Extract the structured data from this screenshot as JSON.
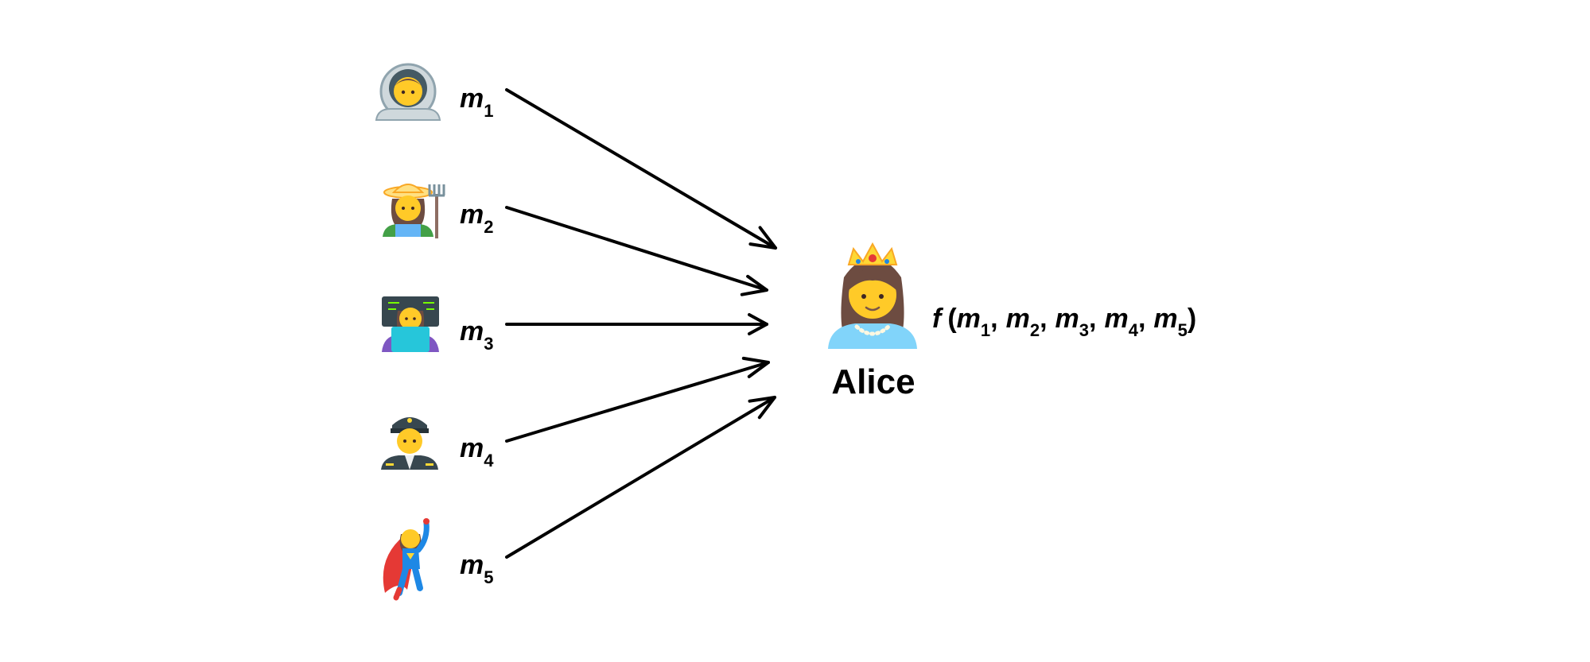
{
  "senders": [
    {
      "icon": "astronaut-icon",
      "label": "m",
      "sub": "1"
    },
    {
      "icon": "farmer-icon",
      "label": "m",
      "sub": "2"
    },
    {
      "icon": "technologist-icon",
      "label": "m",
      "sub": "3"
    },
    {
      "icon": "pilot-icon",
      "label": "m",
      "sub": "4"
    },
    {
      "icon": "superhero-icon",
      "label": "m",
      "sub": "5"
    }
  ],
  "receiver": {
    "icon": "princess-icon",
    "name": "Alice"
  },
  "function": {
    "name": "f",
    "open": "(",
    "close": ")",
    "separator": ",",
    "args": [
      {
        "label": "m",
        "sub": "1"
      },
      {
        "label": "m",
        "sub": "2"
      },
      {
        "label": "m",
        "sub": "3"
      },
      {
        "label": "m",
        "sub": "4"
      },
      {
        "label": "m",
        "sub": "5"
      }
    ]
  },
  "colors": {
    "skin": "#FFCA28",
    "hair_brown": "#6D4C41",
    "crown": "#FDD835",
    "gown": "#81D4FA",
    "cape": "#E53935",
    "suit_blue": "#1E88E5",
    "dark": "#37474F",
    "helmet": "#CFD8DC"
  }
}
